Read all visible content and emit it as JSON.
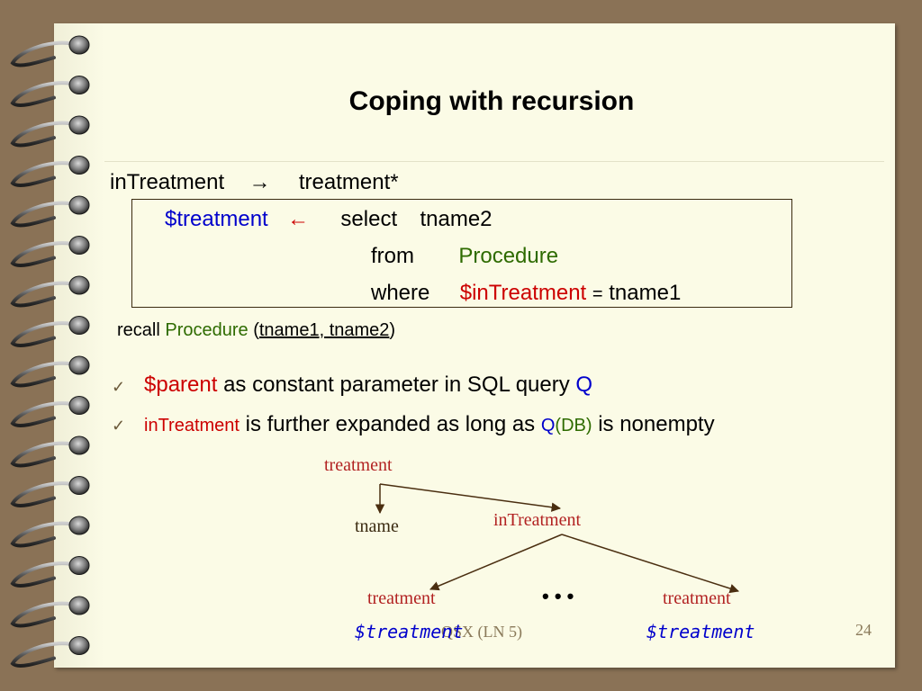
{
  "slide": {
    "title": "Coping with recursion",
    "rule_line": {
      "lhs": "inTreatment",
      "arrow": "→",
      "rhs": "treatment*"
    },
    "query": {
      "var": "$treatment",
      "arrow": "←",
      "select_kw": "select",
      "select_field": "tname2",
      "from_kw": "from",
      "from_table": "Procedure",
      "where_kw": "where",
      "where_var": "$inTreatment",
      "where_eq": "=",
      "where_field": "tname1"
    },
    "recall": {
      "prefix": "recall",
      "relation": "Procedure",
      "open_paren": "(",
      "attrs": "tname1,  tname2",
      "close_paren": ")"
    },
    "bullets": [
      {
        "check": "✓",
        "highlight": "$parent",
        "text": "as constant parameter in SQL query",
        "tail": "Q"
      },
      {
        "check": "✓",
        "highlight": "inTreatment",
        "text": "is further expanded as long as",
        "q": "Q",
        "db": "(DB)",
        "tail": "is nonempty"
      }
    ],
    "tree": {
      "root": "treatment",
      "left_child": "tname",
      "right_child": "inTreatment",
      "leaf_left": "treatment",
      "ellipsis": "• • •",
      "leaf_right": "treatment",
      "var_left": "$treatment",
      "var_right": "$treatment"
    },
    "footer": {
      "label": "QSX  (LN 5)",
      "page_number": "24"
    },
    "colors": {
      "background": "#8a7256",
      "paper": "#fbfbe6",
      "blue": "#0000cc",
      "red": "#cc0000",
      "green": "#2e6b00",
      "tree_text": "#b22222",
      "tree_line": "#4a2e10"
    }
  }
}
